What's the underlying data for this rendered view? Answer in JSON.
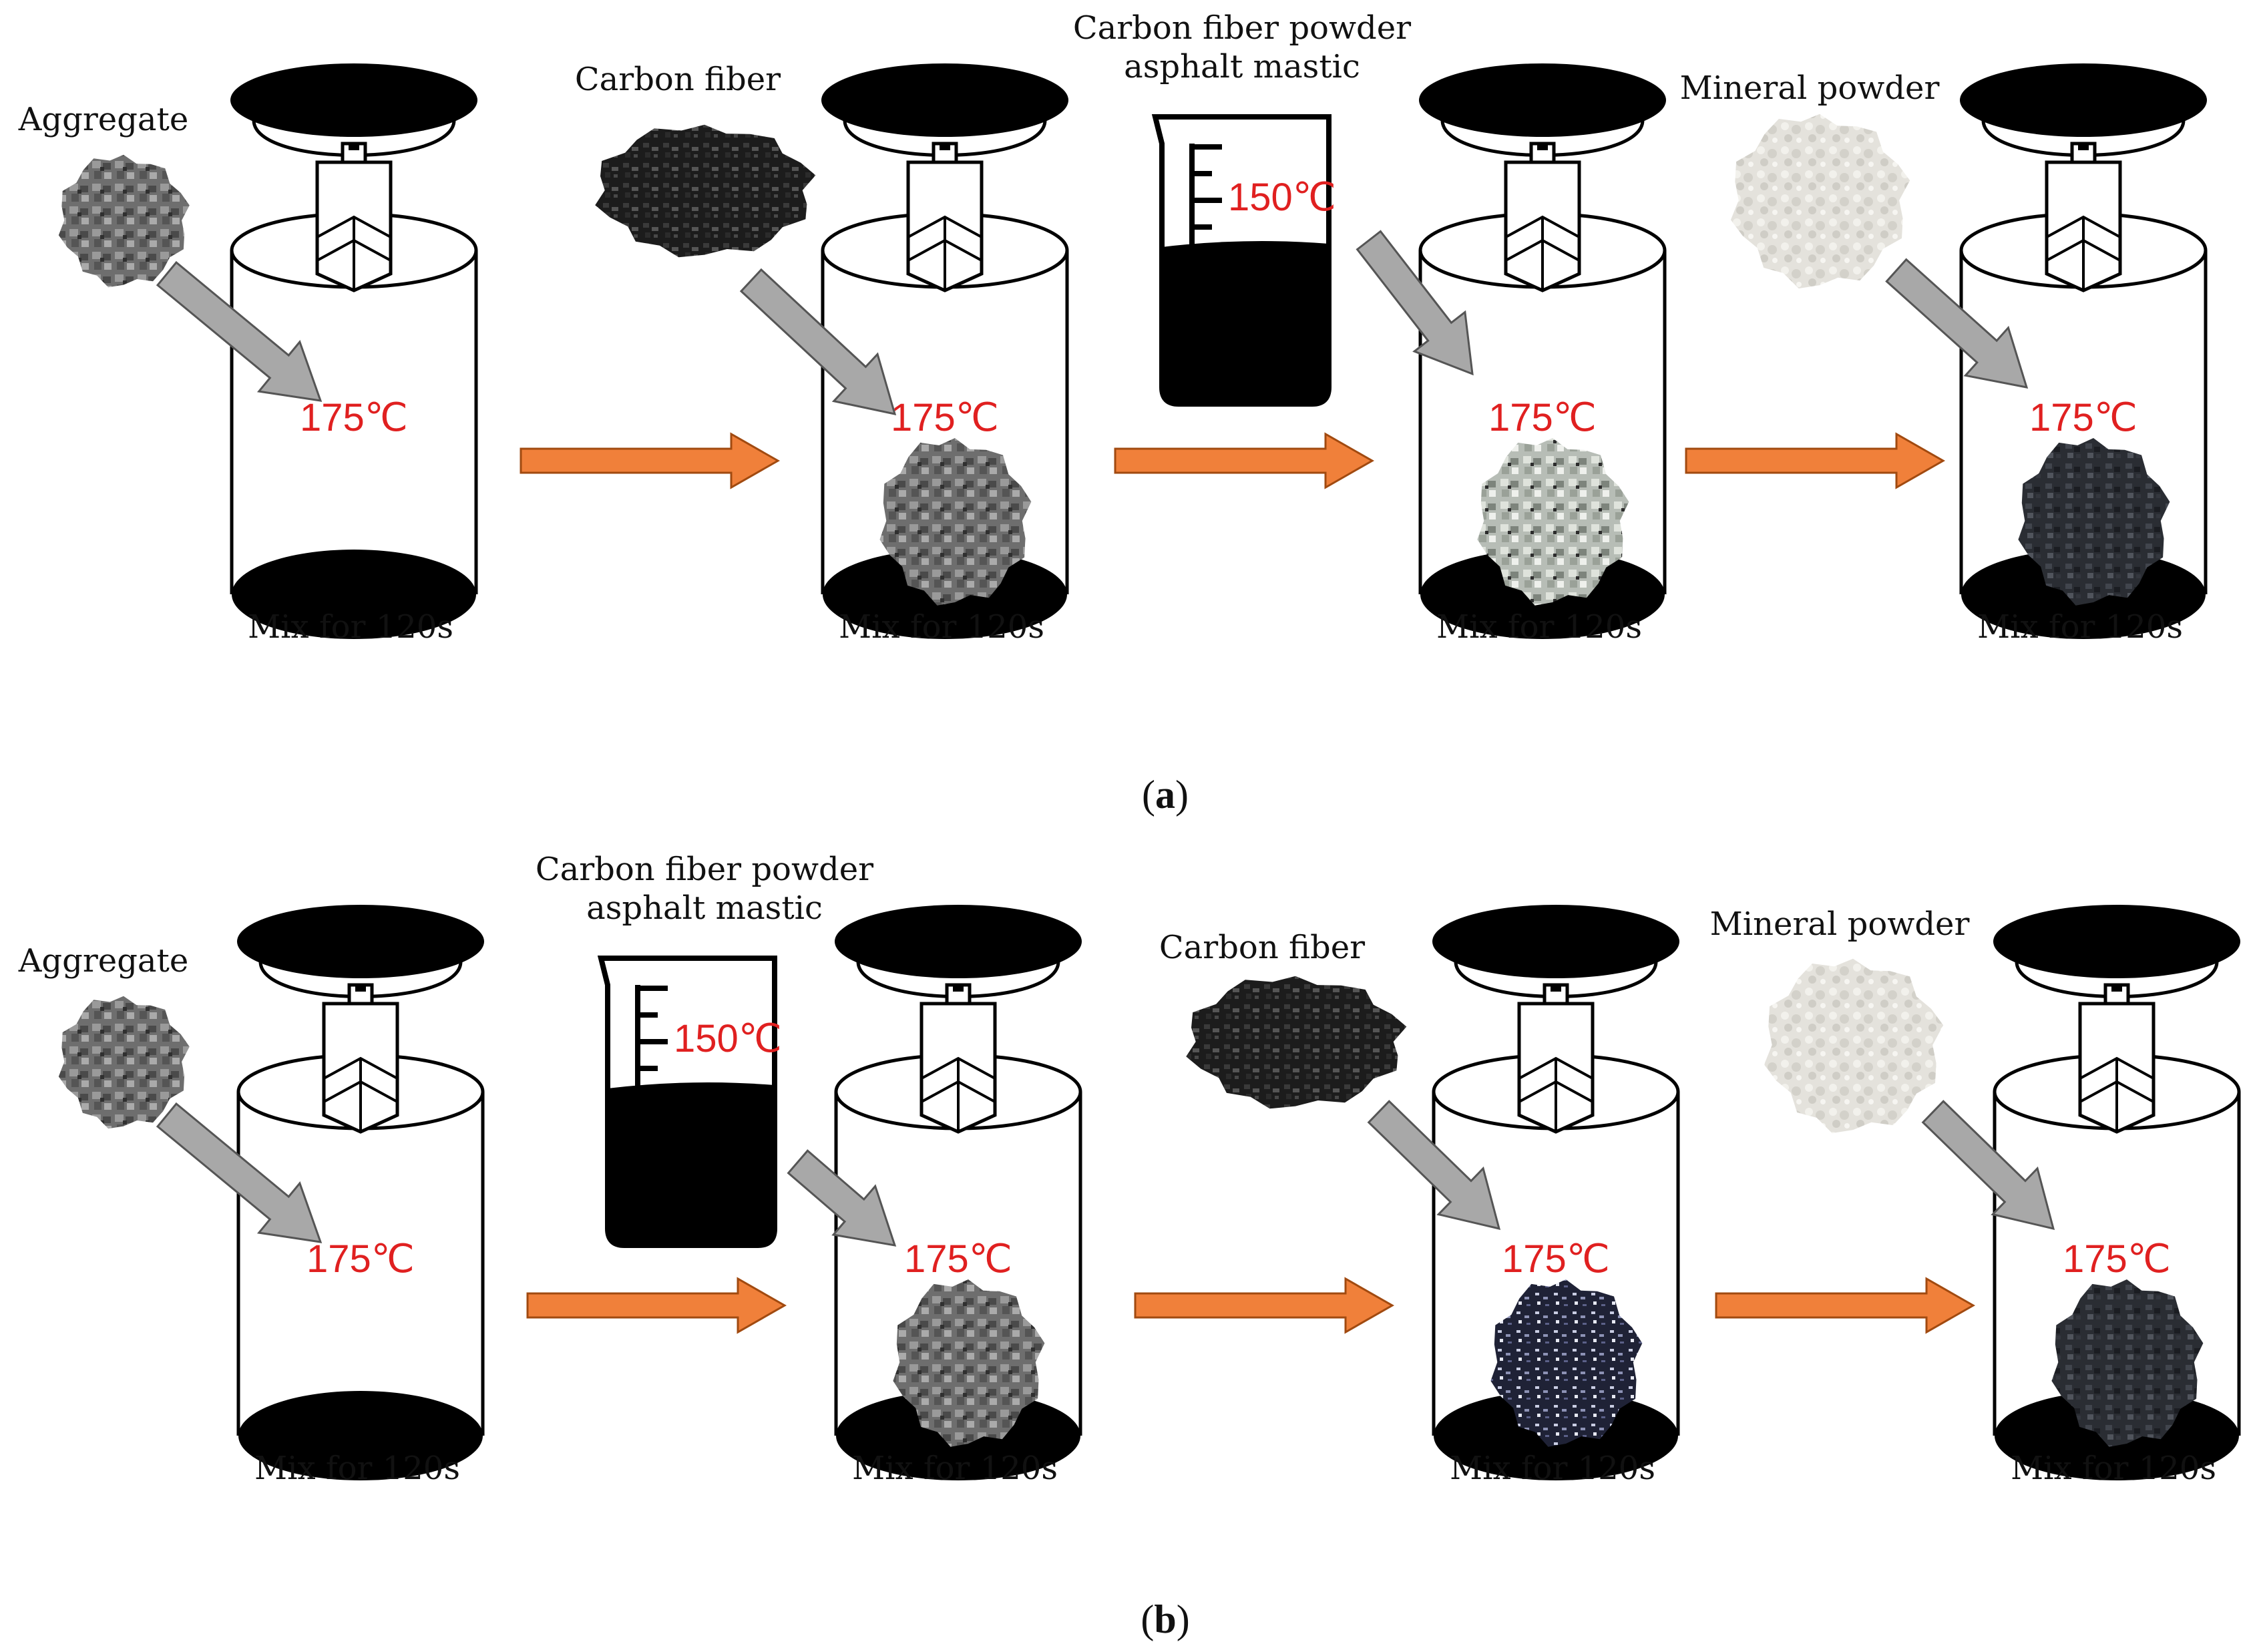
{
  "colors": {
    "temperature_text": "#e02020",
    "flow_arrow_fill": "#f0803a",
    "flow_arrow_stroke": "#a14a10",
    "feed_arrow_fill": "#a8a8a8",
    "feed_arrow_stroke": "#555555",
    "mixer_outline": "#000000"
  },
  "panels": [
    {
      "caption_letter": "a",
      "stages": [
        {
          "input_label": "Aggregate",
          "input_kind": "aggregate",
          "mixer_temp": "175℃",
          "mixer_contents": "empty",
          "mix_label": "Mix for 120s"
        },
        {
          "input_label": "Carbon fiber",
          "input_kind": "carbon-fiber",
          "mixer_temp": "175℃",
          "mixer_contents": "aggregate",
          "mix_label": "Mix for 120s"
        },
        {
          "input_label": "Carbon fiber powder asphalt mastic",
          "input_kind": "mastic-beaker",
          "beaker_temp": "150℃",
          "mixer_temp": "175℃",
          "mixer_contents": "fiber-aggregate",
          "mix_label": "Mix for 120s"
        },
        {
          "input_label": "Mineral powder",
          "input_kind": "mineral-powder",
          "mixer_temp": "175℃",
          "mixer_contents": "coated-mix",
          "mix_label": "Mix for 120s"
        }
      ]
    },
    {
      "caption_letter": "b",
      "stages": [
        {
          "input_label": "Aggregate",
          "input_kind": "aggregate",
          "mixer_temp": "175℃",
          "mixer_contents": "empty",
          "mix_label": "Mix for 120s"
        },
        {
          "input_label": "Carbon fiber powder asphalt mastic",
          "input_kind": "mastic-beaker",
          "beaker_temp": "150℃",
          "mixer_temp": "175℃",
          "mixer_contents": "aggregate",
          "mix_label": "Mix for 120s"
        },
        {
          "input_label": "Carbon fiber",
          "input_kind": "carbon-fiber",
          "mixer_temp": "175℃",
          "mixer_contents": "asphalt-aggregate",
          "mix_label": "Mix for 120s"
        },
        {
          "input_label": "Mineral powder",
          "input_kind": "mineral-powder",
          "mixer_temp": "175℃",
          "mixer_contents": "coated-mix",
          "mix_label": "Mix for 120s"
        }
      ]
    }
  ]
}
